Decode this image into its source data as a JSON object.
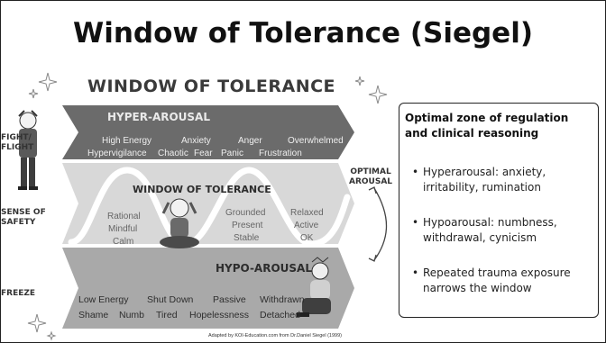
{
  "slide": {
    "title": "Window of Tolerance (Siegel)"
  },
  "figure": {
    "title": "WINDOW OF TOLERANCE",
    "side_labels": {
      "fight_flight": "FIGHT/\nFLIGHT",
      "sense_of_safety": "SENSE OF\nSAFETY",
      "freeze": "FREEZE",
      "optimal_arousal": "OPTIMAL\nAROUSAL"
    },
    "hyper": {
      "title": "HYPER-AROUSAL",
      "row1": [
        "High Energy",
        "Anxiety",
        "Anger",
        "Overwhelmed"
      ],
      "row2": [
        "Hypervigilance",
        "Chaotic",
        "Fear",
        "Panic",
        "Frustration"
      ]
    },
    "window": {
      "title": "WINDOW OF TOLERANCE",
      "left": [
        "Rational",
        "Mindful",
        "Calm"
      ],
      "middle": [
        "Grounded",
        "Present",
        "Stable"
      ],
      "right": [
        "Relaxed",
        "Active",
        "OK"
      ]
    },
    "hypo": {
      "title": "HYPO-AROUSAL",
      "row1": [
        "Low Energy",
        "Shut Down",
        "Passive",
        "Withdrawn"
      ],
      "row2": [
        "Shame",
        "Numb",
        "Tired",
        "Hopelessness",
        "Detached"
      ]
    },
    "credit": "Adapted by KOI-Education.com from Dr.Daniel Siegel (1999)",
    "colors": {
      "hyper_band": "#6b6b6b",
      "window_band": "#d8d8d8",
      "hypo_band": "#a9a9a9",
      "wave": "#ffffff"
    },
    "icons": [
      "sparkle-icon",
      "person-hyper-icon",
      "person-meditating-icon",
      "person-hypo-icon",
      "double-arrow-icon"
    ]
  },
  "panel": {
    "heading": "Optimal zone of regulation and clinical reasoning",
    "bullets": [
      "Hyperarousal: anxiety, irritability, rumination",
      "Hypoarousal: numbness, withdrawal, cynicism",
      "Repeated trauma exposure narrows the window"
    ]
  }
}
